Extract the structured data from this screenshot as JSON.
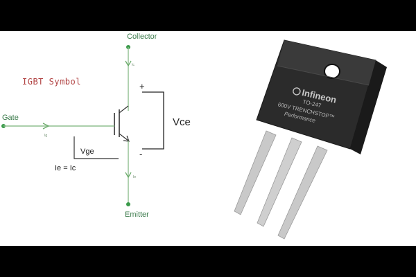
{
  "diagram": {
    "title": "IGBT Symbol",
    "collector_label": "Collector",
    "emitter_label": "Emitter",
    "gate_label": "Gate",
    "vce_label": "Vce",
    "vge_label": "Vge",
    "current_relation": "Ie = Ic",
    "plus_sign": "+",
    "minus_sign": "-",
    "collector_current_tag": "Ic",
    "emitter_current_tag": "Ie",
    "gate_current_tag": "Ig"
  },
  "package": {
    "brand": "Infineon",
    "package_name": "TO-247",
    "series_line": "600V TRENCHSTOP™",
    "grade_line": "Performance"
  },
  "colors": {
    "wire": "#8fbf8f",
    "terminal_dot": "#3a9a4a",
    "title_red": "#b04040",
    "bracket": "#222222",
    "package_body": "#2b2b2b",
    "package_top": "#3a3a3a",
    "package_text": "#c8c8c8",
    "lead": "#c9c9c9",
    "background": "#ffffff",
    "frame": "#000000"
  },
  "icons": {
    "brand_logo": "infineon-logo-icon"
  }
}
